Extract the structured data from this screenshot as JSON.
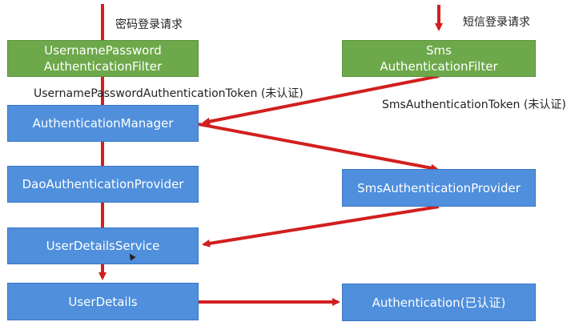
{
  "labels": {
    "password_request": "密码登录请求",
    "sms_request": "短信登录请求",
    "username_token": "UsernamePasswordAuthenticationToken (未认证)",
    "sms_token": "SmsAuthenticationToken (未认证)"
  },
  "boxes": {
    "username_filter": "UsernamePassword\nAuthenticationFilter",
    "sms_filter": "Sms\nAuthenticationFilter",
    "authentication_manager": "AuthenticationManager",
    "dao_provider": "DaoAuthenticationProvider",
    "sms_provider": "SmsAuthenticationProvider",
    "user_details_service": "UserDetailsService",
    "user_details": "UserDetails",
    "authentication": "Authentication(已认证)"
  },
  "colors": {
    "arrow": "#d21f1f",
    "box_blue": "#4f8fdc",
    "box_green": "#6da84a"
  }
}
